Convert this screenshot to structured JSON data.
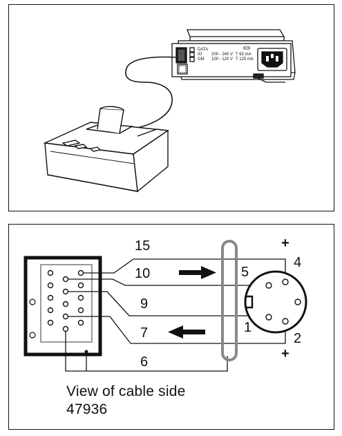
{
  "top_illustration": {
    "scale_panel": {
      "interface_labels": [
        "DATA",
        "IO",
        "GM"
      ],
      "voltage_labels": [
        "200 - 240 V",
        "100 - 120 V"
      ],
      "fuse_labels": [
        "T  63 mA",
        "T 125 mA"
      ]
    }
  },
  "pin_diagram": {
    "wire_numbers": {
      "w15": "15",
      "w10": "10",
      "w9": "9",
      "w7": "7",
      "w6": "6",
      "w5": "5",
      "w4": "4",
      "w1": "1",
      "w2": "2"
    },
    "polarity": {
      "top": "+",
      "bottom": "+"
    }
  },
  "caption": {
    "line1": "View of cable side",
    "line2": "47936"
  }
}
